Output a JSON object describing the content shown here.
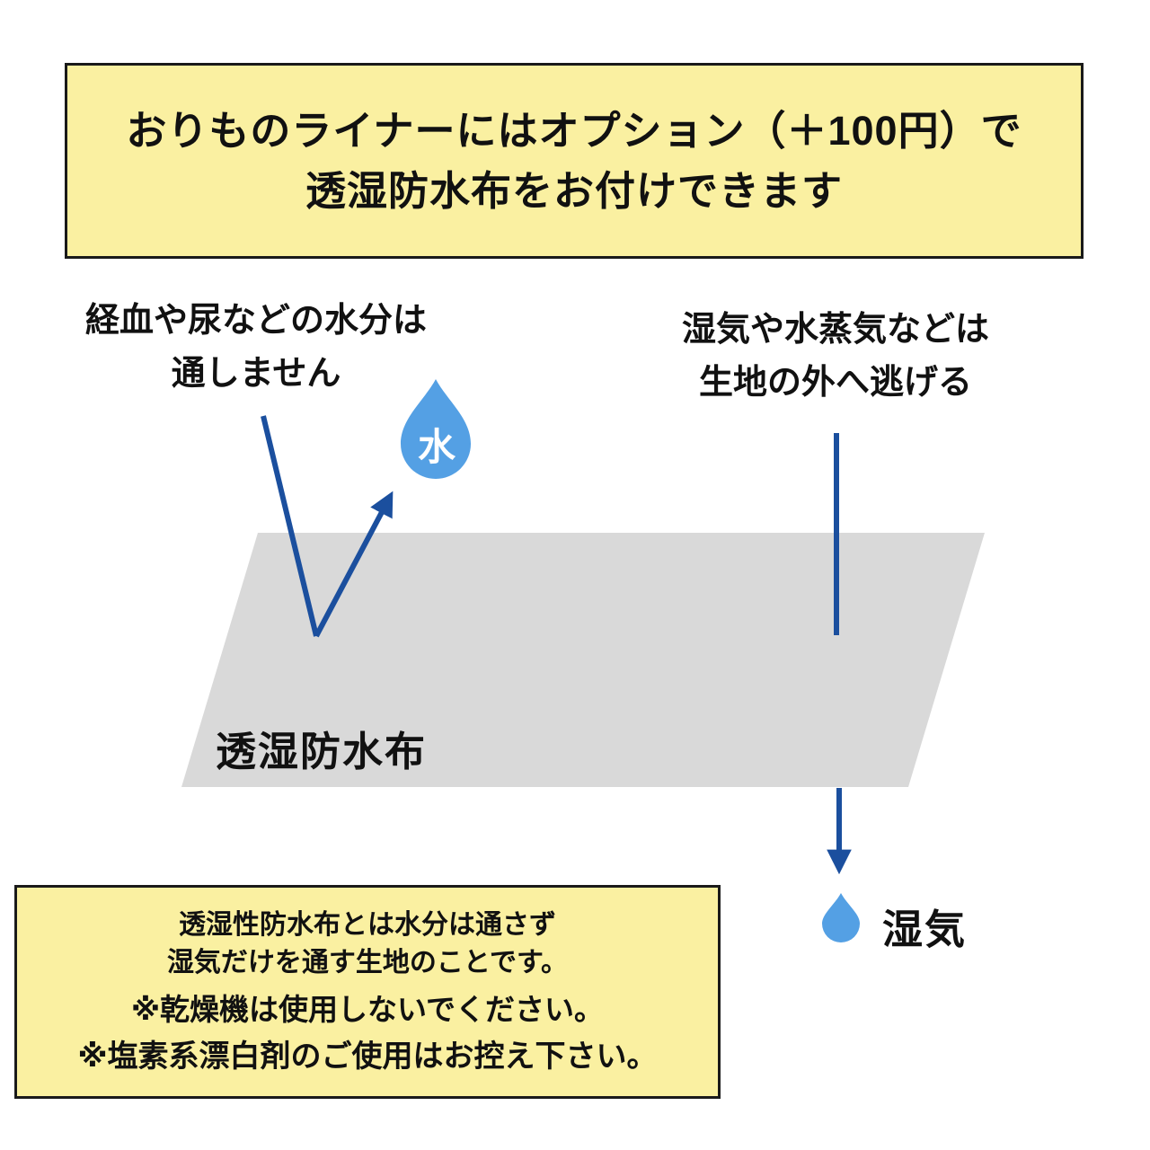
{
  "colors": {
    "background": "#ffffff",
    "box_fill": "#FAF0A1",
    "box_border": "#1a1a1a",
    "arrow": "#1B4F9E",
    "droplet": "#54A0E4",
    "fabric": "#D9D9D9",
    "text": "#111111",
    "droplet_text": "#ffffff"
  },
  "header_banner": {
    "line1": "おりものライナーにはオプション（＋100円）で",
    "line2": "透湿防水布をお付けできます"
  },
  "left_caption": {
    "line1": "経血や尿などの水分は",
    "line2": "通しません"
  },
  "right_caption": {
    "line1": "湿気や水蒸気などは",
    "line2": "生地の外へ逃げる"
  },
  "labels": {
    "water": "水",
    "fabric": "透湿防水布",
    "moisture": "湿気"
  },
  "footer_box": {
    "line1": "透湿性防水布とは水分は通さず",
    "line2": "湿気だけを通す生地のことです。",
    "line3": "※乾燥機は使用しないでください。",
    "line4": "※塩素系漂白剤のご使用はお控え下さい。"
  }
}
